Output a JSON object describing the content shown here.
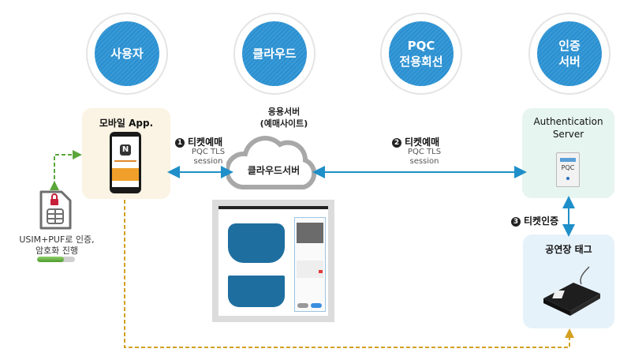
{
  "top_circles": [
    {
      "lines": [
        "사용자"
      ]
    },
    {
      "lines": [
        "클라우드"
      ]
    },
    {
      "lines": [
        "PQC",
        "전용회선"
      ]
    },
    {
      "lines": [
        "인증",
        "서버"
      ]
    }
  ],
  "mobile_panel": {
    "title": "모바일 App."
  },
  "cloud": {
    "caption_line1": "응용서버",
    "caption_line2": "(예매사이트)",
    "label": "클라우드서버"
  },
  "auth_panel": {
    "title_line1": "Authentication",
    "title_line2": "Server",
    "server_label": "PQC"
  },
  "venue_panel": {
    "title": "공연장 태그"
  },
  "usim": {
    "caption_line1": "USIM+PUF로 인증,",
    "caption_line2": "암호화 진행",
    "progress": 0.7
  },
  "steps": [
    {
      "number": "1",
      "title": "티켓예매",
      "sub1": "PQC TLS",
      "sub2": "session"
    },
    {
      "number": "2",
      "title": "티켓예매",
      "sub1": "PQC TLS",
      "sub2": "session"
    },
    {
      "number": "3",
      "title": "티켓인증"
    }
  ],
  "colors": {
    "circle_blue": "#2a8fd0",
    "mobile_bg": "#fbf3e3",
    "auth_bg": "#e6f5ef",
    "venue_bg": "#e6f2fa",
    "arrow_blue": "#1f8fc9",
    "green_dash": "#5aa63a",
    "gold_dash": "#d4a020"
  }
}
